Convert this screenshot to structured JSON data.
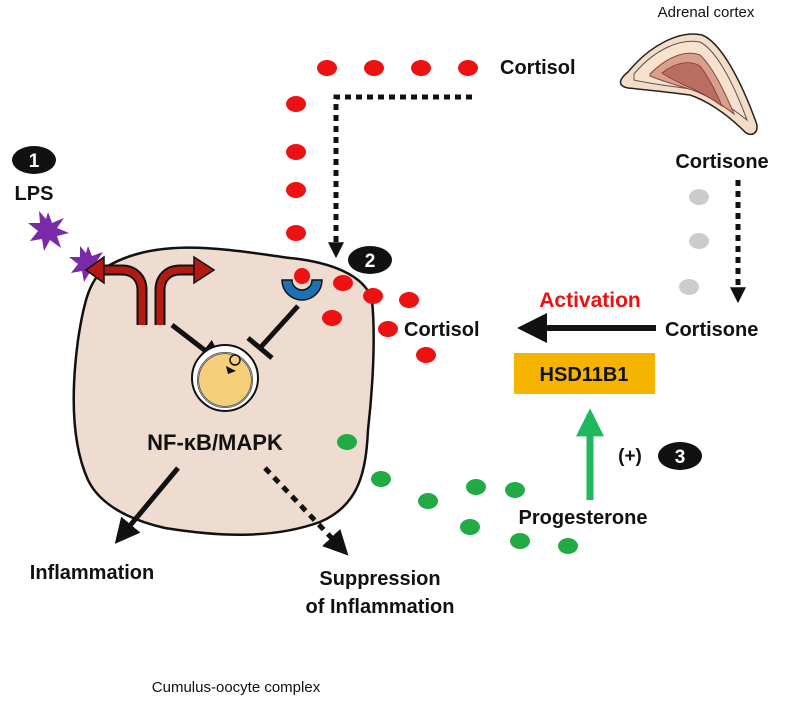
{
  "labels": {
    "adrenal_cortex": "Adrenal cortex",
    "cortisol_top": "Cortisol",
    "cortisone_top": "Cortisone",
    "lps": "LPS",
    "activation": "Activation",
    "cortisol_mid": "Cortisol",
    "cortisone_mid": "Cortisone",
    "enzyme": "HSD11B1",
    "plus": "(+)",
    "progesterone": "Progesterone",
    "nfkb": "NF-κB/MAPK",
    "inflammation": "Inflammation",
    "suppression_line1": "Suppression",
    "suppression_line2": "of Inflammation",
    "complex": "Cumulus-oocyte complex"
  },
  "badges": {
    "one": "1",
    "two": "2",
    "three": "3"
  },
  "colors": {
    "cortisol_dot": "#ee1111",
    "cortisone_dot": "#cccccc",
    "progesterone_dot": "#22aa44",
    "activation_text": "#ee1111",
    "enzyme_box": "#f5b400",
    "cell_fill": "#efdcd0",
    "receptor": "#b51a12",
    "lps_star": "#7a2aa8",
    "gr_receptor": "#1f6fb5",
    "upregulation_arrow": "#1fb85a"
  },
  "icons": {
    "lps": "lps-star-icon",
    "tlr4": "tlr4-receptor-icon",
    "gr": "glucocorticoid-receptor-icon",
    "nucleus": "nucleus-icon",
    "adrenal": "adrenal-gland-icon"
  }
}
